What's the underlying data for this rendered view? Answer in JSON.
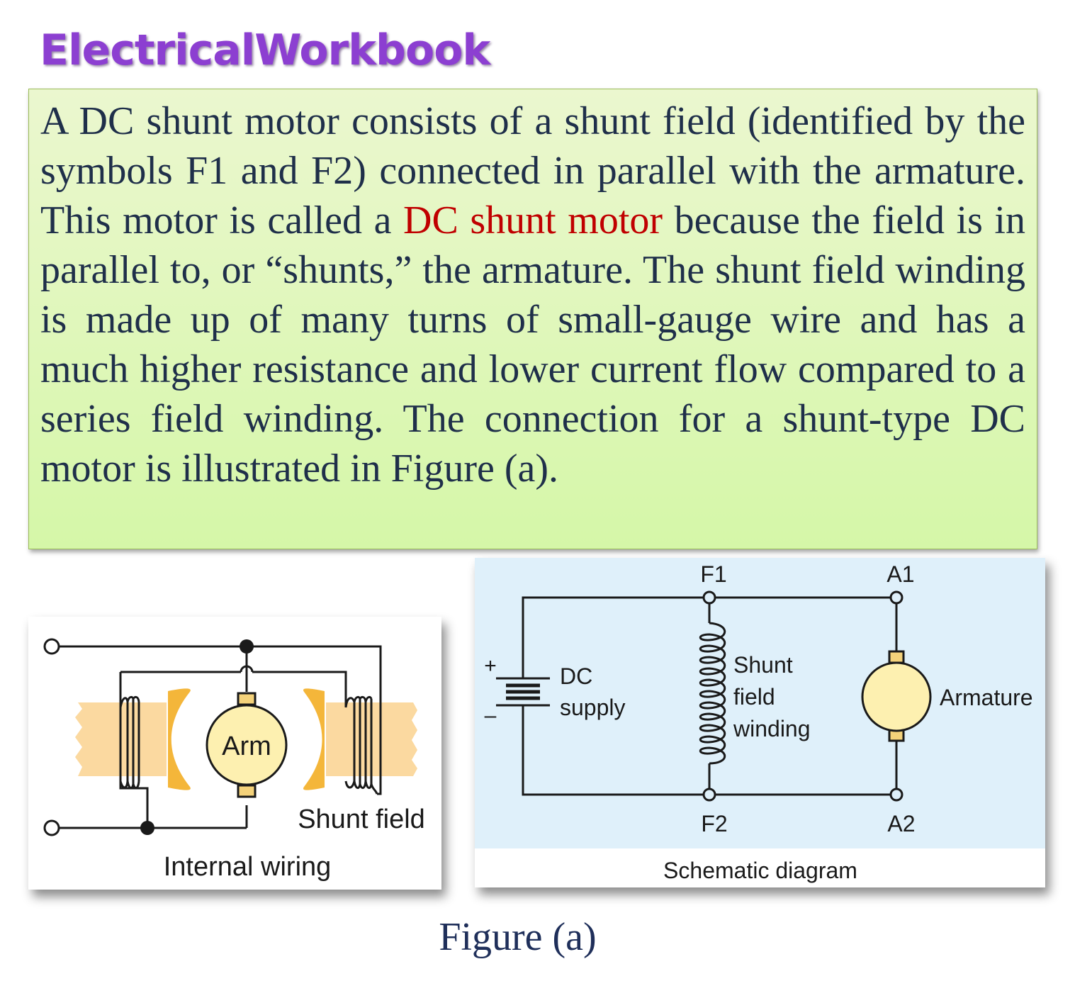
{
  "brand": {
    "name": "ElectricalWorkbook"
  },
  "description": {
    "before_highlight": "A DC shunt motor consists of a shunt field (identified by the symbols F1 and F2) connected in parallel with the armature. This motor is called a ",
    "highlight": "DC shunt motor",
    "after_highlight": " because the field is in parallel to, or “shunts,” the armature. The shunt field winding is made up of many turns of small-gauge wire and has a much higher resistance and lower current flow compared to a series field winding. The connection for a shunt-type DC motor is illustrated in Figure (a).",
    "highlight_color": "#c00000"
  },
  "internal_wiring": {
    "arm_label": "Arm",
    "shunt_field_label": "Shunt field",
    "caption": "Internal wiring",
    "pole_color": "#fbd9a0",
    "shoe_color": "#f4b63a",
    "arm_fill": "#fdf0b0"
  },
  "schematic": {
    "f1": "F1",
    "f2": "F2",
    "a1": "A1",
    "a2": "A2",
    "plus": "+",
    "minus": "–",
    "dc_supply_line1": "DC",
    "dc_supply_line2": "supply",
    "shunt_line1": "Shunt",
    "shunt_line2": "field",
    "shunt_line3": "winding",
    "armature": "Armature",
    "caption": "Schematic diagram",
    "background_color": "#dff0fa"
  },
  "figure_caption": "Figure (a)"
}
